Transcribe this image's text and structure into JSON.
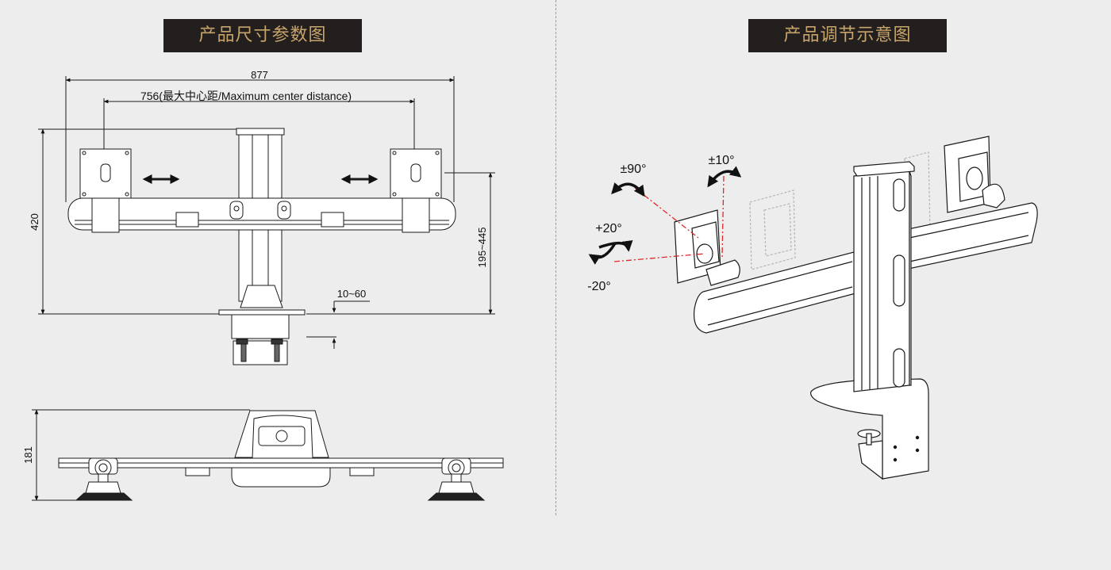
{
  "titles": {
    "left": "产品尺寸参数图",
    "right": "产品调节示意图"
  },
  "dimensions": {
    "total_width": "877",
    "center_distance": "756(最大中心距/Maximum center distance)",
    "height": "420",
    "arm_height_range": "195~445",
    "clamp_range": "10~60",
    "depth": "181"
  },
  "angles": {
    "swivel": "±90°",
    "tilt_small": "±10°",
    "tilt_up": "+20°",
    "tilt_down": "-20°"
  },
  "colors": {
    "title_bg": "#231f1e",
    "title_text": "#c9a46a",
    "red_dash": "#e0282c",
    "line": "#1a1a1a"
  }
}
